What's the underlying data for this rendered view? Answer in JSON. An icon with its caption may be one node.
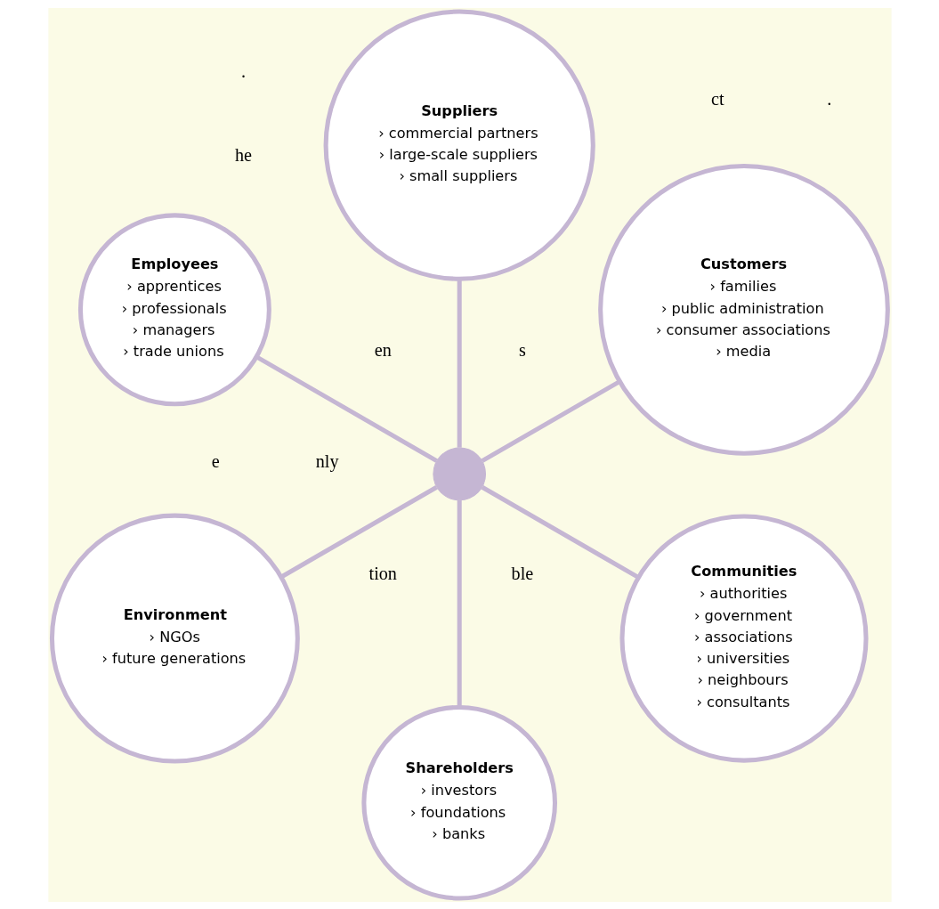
{
  "diagram": {
    "nodes": [
      {
        "text": [],
        "shape": "circle"
      },
      {
        "text": [
          "Customers",
          "› families",
          "› public administration",
          "› consumer associations",
          "› media"
        ]
      },
      {
        "text": [
          "Suppliers",
          "› commercial partners",
          "› large-scale suppliers",
          "› small suppliers"
        ]
      },
      {
        "text": [
          "Employees",
          "› apprentices",
          "› professionals",
          "› managers",
          "› trade unions"
        ]
      },
      {
        "text": [
          "Environment",
          "› NGOs",
          "› future generations"
        ]
      },
      {
        "text": [
          "Shareholders",
          "› investors",
          "› foundations",
          "› banks"
        ]
      },
      {
        "text": [
          "Communities",
          "› authorities",
          "› government",
          "› associations",
          "› universities",
          "› neighbours",
          "› consultants"
        ]
      }
    ],
    "edges": [
      {
        "from": 0,
        "to": 1,
        "arrow": "none"
      },
      {
        "from": 0,
        "to": 2,
        "arrow": "none"
      },
      {
        "from": 0,
        "to": 3,
        "arrow": "none"
      },
      {
        "from": 0,
        "to": 4,
        "arrow": "none"
      },
      {
        "from": 0,
        "to": 5,
        "arrow": "none"
      },
      {
        "from": 0,
        "to": 6,
        "arrow": "none"
      }
    ],
    "labels": [
      "s",
      "en",
      "ble",
      "tion",
      "nly",
      "he",
      "e",
      ".",
      "ct",
      "."
    ]
  }
}
